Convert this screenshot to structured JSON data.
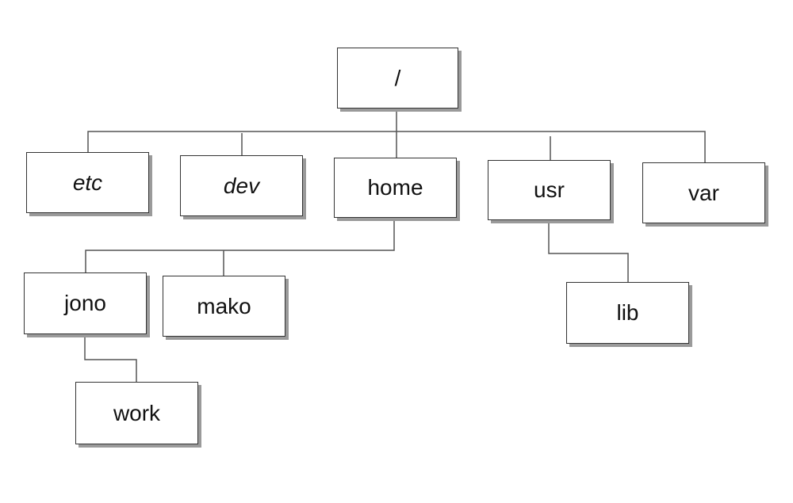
{
  "diagram": {
    "type": "directory-tree",
    "nodes": [
      {
        "id": "root",
        "label": "/",
        "parent": null
      },
      {
        "id": "etc",
        "label": "etc",
        "parent": "root"
      },
      {
        "id": "dev",
        "label": "dev",
        "parent": "root"
      },
      {
        "id": "home",
        "label": "home",
        "parent": "root"
      },
      {
        "id": "usr",
        "label": "usr",
        "parent": "root"
      },
      {
        "id": "var",
        "label": "var",
        "parent": "root"
      },
      {
        "id": "jono",
        "label": "jono",
        "parent": "home"
      },
      {
        "id": "mako",
        "label": "mako",
        "parent": "home"
      },
      {
        "id": "lib",
        "label": "lib",
        "parent": "usr"
      },
      {
        "id": "work",
        "label": "work",
        "parent": "jono"
      }
    ],
    "colors": {
      "box_border": "#333333",
      "box_shadow": "#9a9a9a",
      "connector": "#555555",
      "text": "#111111"
    }
  }
}
